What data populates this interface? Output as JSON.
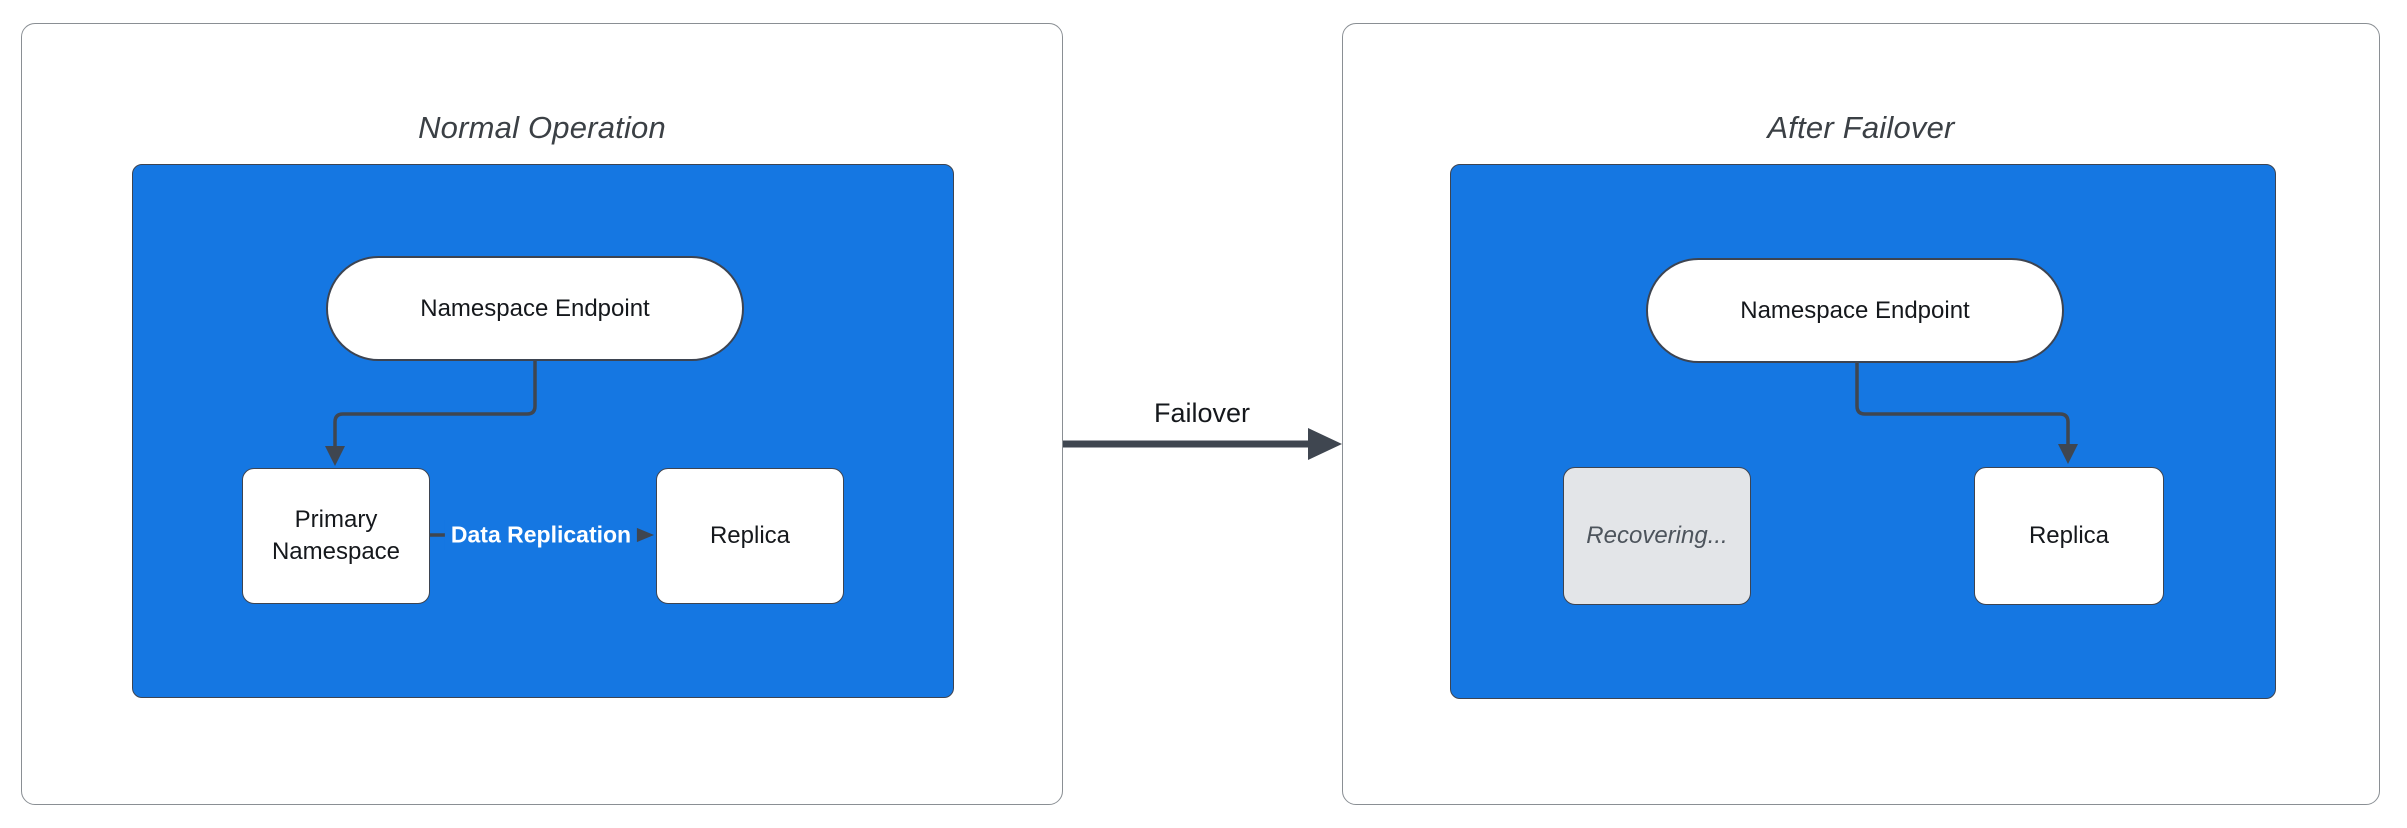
{
  "colors": {
    "blue": "#1577e2",
    "arrow": "#3f4650",
    "node-border": "#3d4451",
    "panel-border": "#8a8f94",
    "recovering-fill": "#e3e5e8",
    "recovering-text": "#4d545c",
    "label-on-blue": "#ffffff"
  },
  "left_panel": {
    "title": "Normal Operation",
    "endpoint_label": "Namespace Endpoint",
    "primary_label": "Primary Namespace",
    "replica_label": "Replica",
    "replication_edge_label": "Data Replication"
  },
  "transition": {
    "arrow_label": "Failover"
  },
  "right_panel": {
    "title": "After Failover",
    "endpoint_label": "Namespace Endpoint",
    "recovering_label": "Recovering...",
    "replica_label": "Replica"
  }
}
